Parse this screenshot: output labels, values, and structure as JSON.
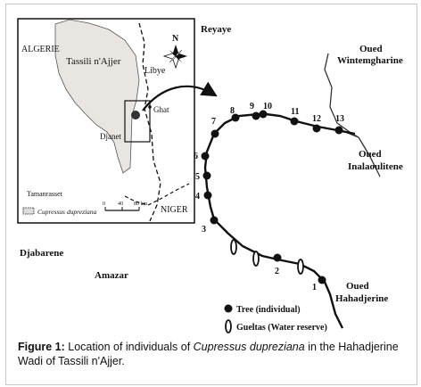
{
  "inset": {
    "algeria": "ALGERIE",
    "tassili": "Tassili n'Ajjer",
    "libye": "Libye",
    "ghat": "Ghat",
    "djanet": "Djanet",
    "tamanrasset": "Tamanrasset",
    "niger": "NIGER",
    "scale_0": "0",
    "scale_40": "40",
    "scale_80": "80 km",
    "legend_label": "Cupressus dupreziana",
    "north": "N"
  },
  "places": {
    "reyaye": "Reyaye",
    "oued_wintemgharine_1": "Oued",
    "oued_wintemgharine_2": "Wintemgharine",
    "oued_inalaoulitene_1": "Oued",
    "oued_inalaoulitene_2": "Inalaoulitene",
    "djabarene": "Djabarene",
    "amazar": "Amazar",
    "oued_hahadjerine_1": "Oued",
    "oued_hahadjerine_2": "Hahadjerine"
  },
  "trees": [
    {
      "label": "1"
    },
    {
      "label": "2"
    },
    {
      "label": "3"
    },
    {
      "label": "4"
    },
    {
      "label": "5"
    },
    {
      "label": "6"
    },
    {
      "label": "7"
    },
    {
      "label": "8"
    },
    {
      "label": "9"
    },
    {
      "label": "10"
    },
    {
      "label": "11"
    },
    {
      "label": "12"
    },
    {
      "label": "13"
    }
  ],
  "legend": {
    "tree": "Tree (individual)",
    "gueltas": "Gueltas (Water reserve)"
  },
  "caption": {
    "label": "Figure 1:",
    "text_before": " Location of individuals of ",
    "species": "Cupressus dupreziana",
    "text_after": " in the Hahadjerine Wadi of Tassili n'Ajjer."
  }
}
